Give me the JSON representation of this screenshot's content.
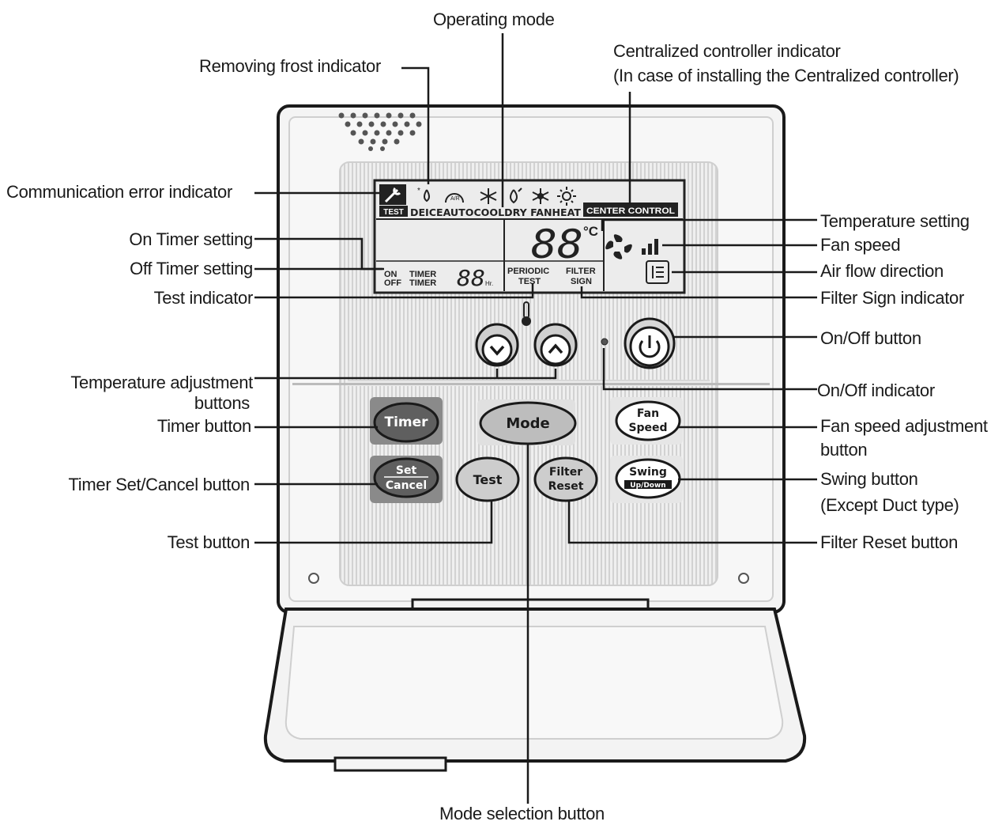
{
  "callouts": {
    "operating_mode": "Operating mode",
    "removing_frost": "Removing frost indicator",
    "centralized_line1": "Centralized controller indicator",
    "centralized_line2": "(In case of installing the Centralized controller)",
    "comm_error": "Communication error indicator",
    "on_timer": "On Timer setting",
    "off_timer": "Off Timer setting",
    "test_indicator": "Test indicator",
    "temp_adjust_line1": "Temperature adjustment",
    "temp_adjust_line2": "buttons",
    "timer_button": "Timer button",
    "timer_set_cancel": "Timer Set/Cancel button",
    "test_button": "Test button",
    "temp_setting": "Temperature setting",
    "fan_speed": "Fan speed",
    "air_flow": "Air flow direction",
    "filter_sign": "Filter Sign indicator",
    "onoff_button": "On/Off button",
    "onoff_indicator": "On/Off indicator",
    "fan_speed_adj_line1": "Fan speed adjustment",
    "fan_speed_adj_line2": "button",
    "swing_line1": "Swing button",
    "swing_line2": "(Except Duct type)",
    "filter_reset": "Filter Reset button",
    "mode_selection": "Mode selection button"
  },
  "lcd": {
    "test": "TEST",
    "modes": "DEICEAUTOCOOLDRY FANHEAT",
    "center_control": "CENTER CONTROL",
    "on_label": "ON",
    "off_label": "OFF",
    "timer_label": "TIMER",
    "timer_digits": "88",
    "hr": "Hr.",
    "periodic": "PERIODIC",
    "test_small": "TEST",
    "filter": "FILTER",
    "sign": "SIGN",
    "temp_digits": "88",
    "celsius": "°C"
  },
  "buttons": {
    "timer": "Timer",
    "set": "Set",
    "cancel": "Cancel",
    "mode": "Mode",
    "test": "Test",
    "filter": "Filter",
    "reset": "Reset",
    "fan": "Fan",
    "speed": "Speed",
    "swing": "Swing",
    "updown": "Up/Down"
  },
  "icons": [
    "wrench-icon",
    "deice-icon",
    "auto-icon",
    "cool-icon",
    "dry-icon",
    "fan-icon",
    "heat-icon",
    "fan-speed-icon",
    "air-flow-icon",
    "thermometer-icon",
    "power-icon",
    "down-arrow-icon",
    "up-arrow-icon"
  ]
}
